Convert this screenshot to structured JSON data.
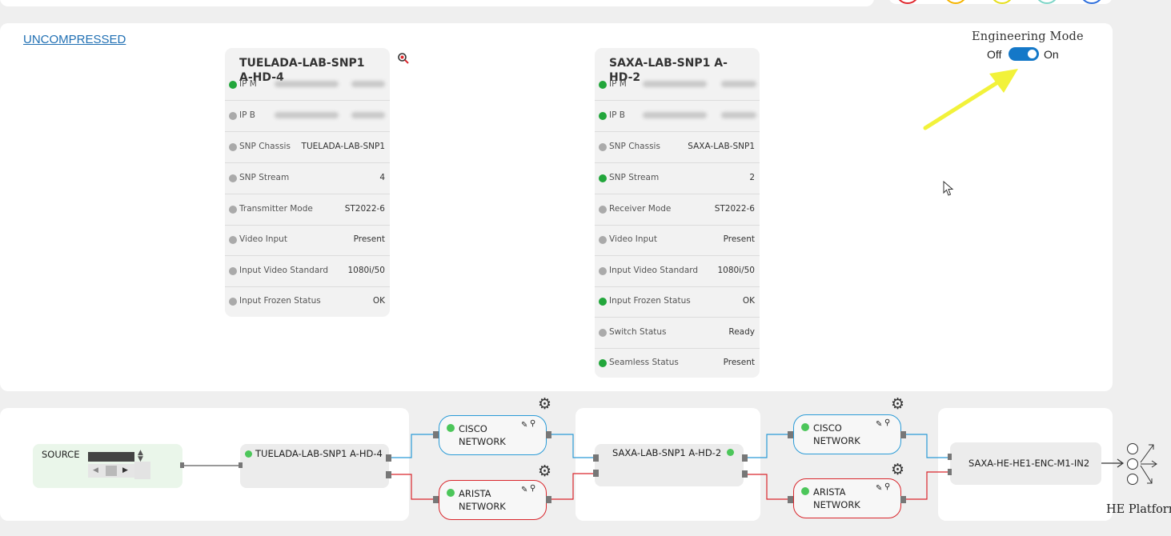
{
  "section_link": "UNCOMPRESSED",
  "engineering_mode": {
    "title": "Engineering Mode",
    "off_label": "Off",
    "on_label": "On",
    "state": "on"
  },
  "transmitter_card": {
    "title": "TUELADA-LAB-SNP1 A-HD-4",
    "rows": [
      {
        "label": "IP M",
        "value": "",
        "status": "green"
      },
      {
        "label": "IP B",
        "value": "",
        "status": "grey"
      },
      {
        "label": "SNP Chassis",
        "value": "TUELADA-LAB-SNP1",
        "status": "grey"
      },
      {
        "label": "SNP Stream",
        "value": "4",
        "status": "grey"
      },
      {
        "label": "Transmitter Mode",
        "value": "ST2022-6",
        "status": "grey"
      },
      {
        "label": "Video Input",
        "value": "Present",
        "status": "grey"
      },
      {
        "label": "Input Video Standard",
        "value": "1080i/50",
        "status": "grey"
      },
      {
        "label": "Input Frozen Status",
        "value": "OK",
        "status": "grey"
      }
    ]
  },
  "receiver_card": {
    "title": "SAXA-LAB-SNP1 A-HD-2",
    "rows": [
      {
        "label": "IP M",
        "value": "",
        "status": "green"
      },
      {
        "label": "IP B",
        "value": "",
        "status": "green"
      },
      {
        "label": "SNP Chassis",
        "value": "SAXA-LAB-SNP1",
        "status": "grey"
      },
      {
        "label": "SNP Stream",
        "value": "2",
        "status": "green"
      },
      {
        "label": "Receiver Mode",
        "value": "ST2022-6",
        "status": "grey"
      },
      {
        "label": "Video Input",
        "value": "Present",
        "status": "grey"
      },
      {
        "label": "Input Video Standard",
        "value": "1080i/50",
        "status": "grey"
      },
      {
        "label": "Input Frozen Status",
        "value": "OK",
        "status": "green"
      },
      {
        "label": "Switch Status",
        "value": "Ready",
        "status": "grey"
      },
      {
        "label": "Seamless Status",
        "value": "Present",
        "status": "green"
      }
    ]
  },
  "flow": {
    "source_label": "SOURCE",
    "tx_node": "TUELADA-LAB-SNP1 A-HD-4",
    "rx_node": "SAXA-LAB-SNP1 A-HD-2",
    "encoder_node": "SAXA-HE-HE1-ENC-M1-IN2",
    "networks": [
      {
        "line1": "CISCO",
        "line2": "NETWORK"
      },
      {
        "line1": "ARISTA",
        "line2": "NETWORK"
      },
      {
        "line1": "CISCO",
        "line2": "NETWORK"
      },
      {
        "line1": "ARISTA",
        "line2": "NETWORK"
      }
    ],
    "platform_label": "HE Platform",
    "colors": {
      "primary_path": "#2a9bd7",
      "secondary_path": "#d9262c",
      "link": "#23a33c"
    }
  },
  "top_circle_colors": [
    "#e0282e",
    "#f5b400",
    "#e6df1c",
    "#7ed6c8",
    "#2f6fdc"
  ],
  "icons": [
    "settings-gear-icon",
    "edit-icon",
    "search-icon",
    "zoom-icon",
    "cursor-icon",
    "arrow-annotation-icon",
    "platform-icon",
    "up-down-arrow-icon",
    "left-arrow-icon",
    "right-arrow-icon"
  ]
}
